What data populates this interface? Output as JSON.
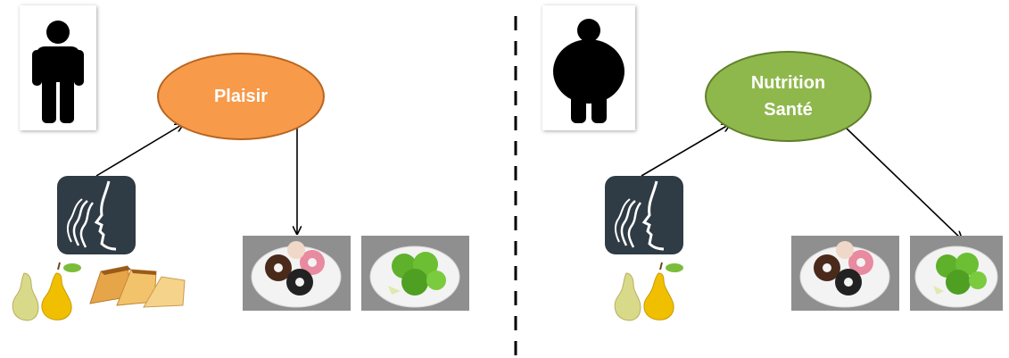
{
  "left_panel": {
    "concept": "Plaisir",
    "concept_color": "#f79a4a",
    "concept_border": "#b8651f"
  },
  "right_panel": {
    "concept_line1": "Nutrition",
    "concept_line2": "Santé",
    "concept_color": "#8fb84c",
    "concept_border": "#5f7f2a"
  },
  "icons": {
    "person_normal": "person-normal-icon",
    "person_obese": "person-obese-icon",
    "smell": "smell-face-icon",
    "pear": "pear-icon",
    "cake": "cake-icon",
    "donuts": "donuts-plate-icon",
    "apples": "apples-plate-icon"
  },
  "colors": {
    "separator": "#000000",
    "photo_bg": "#8f8f8f"
  }
}
